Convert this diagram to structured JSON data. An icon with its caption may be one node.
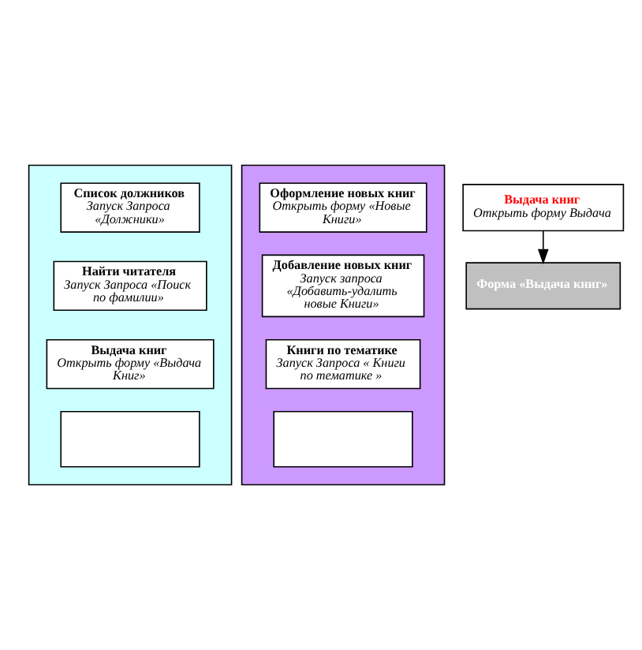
{
  "diagram": {
    "nodes": [
      {
        "text": [],
        "shape": "box"
      },
      {
        "text": [
          "Список должников",
          "Запуск Запроса «Должники»"
        ],
        "in": 0
      },
      {
        "text": [
          "Найти читателя",
          "Запуск Запроса «Поиск по фамилии»"
        ],
        "in": 0
      },
      {
        "text": [
          "Выдача книг",
          "Открыть форму «Выдача Книг»"
        ],
        "in": 0
      },
      {
        "text": [],
        "shape": "box",
        "in": 0
      },
      {
        "text": [],
        "shape": "box"
      },
      {
        "text": [
          "Оформление новых книг",
          "Открыть форму «Новые Книги»"
        ],
        "in": 5
      },
      {
        "text": [
          "Добавление новых книг",
          "Запуск запроса «Добавить-удалить новые Книги»"
        ],
        "in": 5
      },
      {
        "text": [
          "Книги по тематике",
          "Запуск Запроса « Книги по тематике »"
        ],
        "in": 5
      },
      {
        "text": [],
        "shape": "box",
        "in": 5
      },
      {
        "text": [
          "Выдача книг",
          "Открыть форму Выдача"
        ]
      },
      {
        "text": [
          "Форма «Выдача книг»"
        ]
      }
    ],
    "edges": [
      {
        "from": 10,
        "to": 11,
        "arrow": "to"
      }
    ]
  }
}
